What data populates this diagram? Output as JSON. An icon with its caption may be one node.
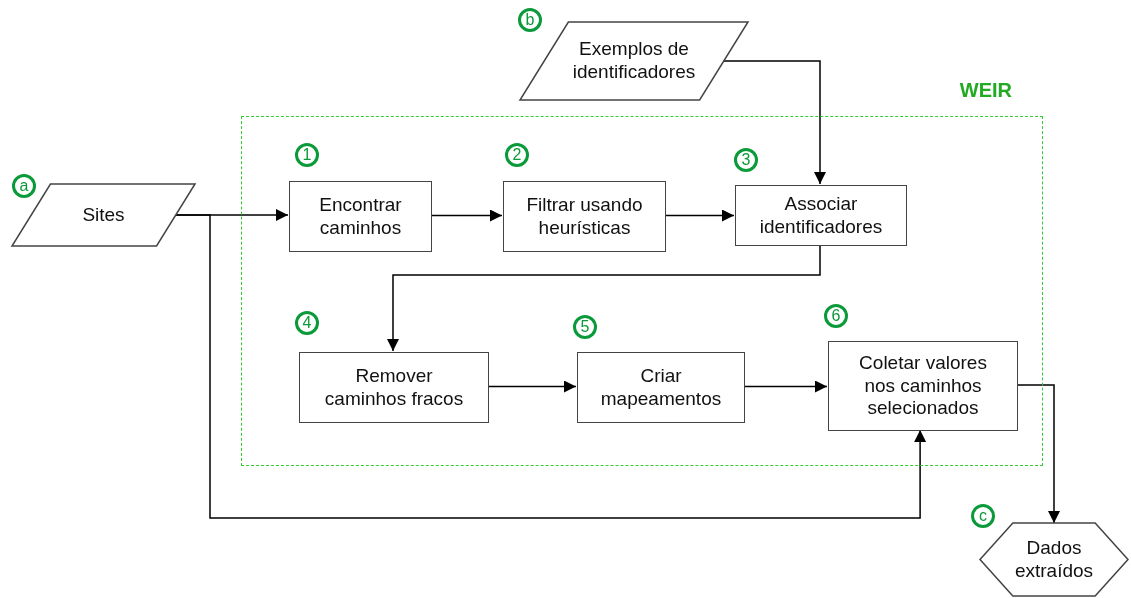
{
  "diagram": {
    "nodes": [
      {
        "text": [
          "WEIR"
        ]
      },
      {
        "text": [
          "Sites"
        ],
        "beside": [
          "a"
        ]
      },
      {
        "text": [
          "Exemplos de identificadores"
        ],
        "beside": [
          "b"
        ]
      },
      {
        "text": [
          "Encontrar caminhos"
        ],
        "in": 0,
        "beside": [
          "1"
        ]
      },
      {
        "text": [
          "Filtrar usando heurísticas"
        ],
        "in": 0,
        "beside": [
          "2"
        ]
      },
      {
        "text": [
          "Associar identificadores"
        ],
        "in": 0,
        "beside": [
          "3"
        ]
      },
      {
        "text": [
          "Remover caminhos fracos"
        ],
        "in": 0,
        "beside": [
          "4"
        ]
      },
      {
        "text": [
          "Criar mapeamentos"
        ],
        "in": 0,
        "beside": [
          "5"
        ]
      },
      {
        "text": [
          "Coletar valores nos caminhos selecionados"
        ],
        "in": 0,
        "beside": [
          "6"
        ]
      },
      {
        "text": [
          "Dados extraídos"
        ],
        "beside": [
          "c"
        ]
      }
    ],
    "edges": [
      {
        "from": 1,
        "to": 3,
        "arrow": "to"
      },
      {
        "from": 1,
        "to": 8,
        "arrow": "to"
      },
      {
        "from": 3,
        "to": 4,
        "arrow": "to"
      },
      {
        "from": 4,
        "to": 5,
        "arrow": "to"
      },
      {
        "from": 2,
        "to": 5,
        "arrow": "to"
      },
      {
        "from": 5,
        "to": 6,
        "arrow": "to"
      },
      {
        "from": 6,
        "to": 7,
        "arrow": "to"
      },
      {
        "from": 7,
        "to": 8,
        "arrow": "to"
      },
      {
        "from": 8,
        "to": 9,
        "arrow": "to"
      }
    ]
  }
}
